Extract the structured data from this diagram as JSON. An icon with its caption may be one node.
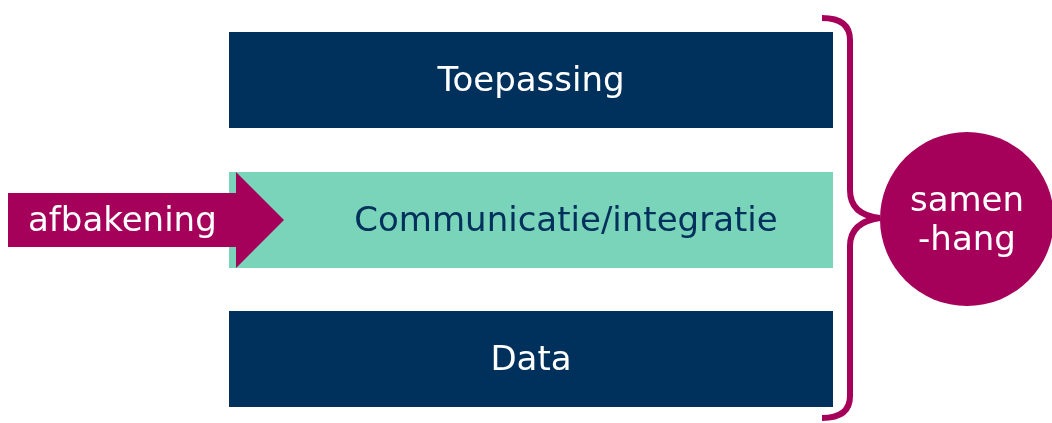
{
  "diagram": {
    "nodes": [
      {
        "text": [
          "Toepassing"
        ]
      },
      {
        "text": [
          "afbakening"
        ]
      },
      {
        "text": [
          "Communicatie/integratie"
        ]
      },
      {
        "text": [
          "samen -hang"
        ]
      },
      {
        "text": [
          "Data"
        ]
      }
    ]
  }
}
